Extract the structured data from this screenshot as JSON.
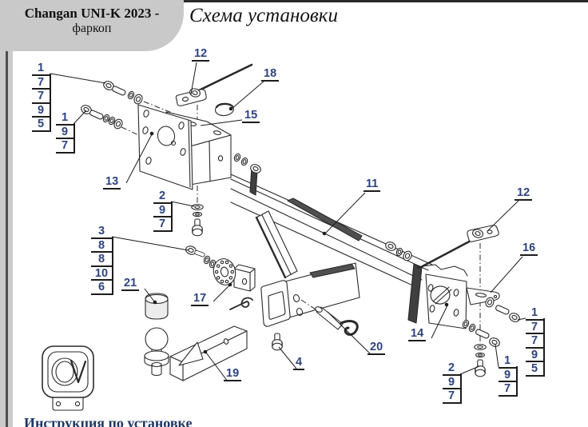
{
  "header": {
    "model_title_line1": "Changan UNI-K 2023 -",
    "model_title_line2": "фаркоп",
    "page_title": "Схема установки"
  },
  "footer": {
    "caption": "Инструкция по установке"
  },
  "diagram": {
    "callouts": {
      "part_4": "4",
      "part_11": "11",
      "part_12_left": "12",
      "part_12_right": "12",
      "part_13": "13",
      "part_14": "14",
      "part_15": "15",
      "part_16": "16",
      "part_17": "17",
      "part_18": "18",
      "part_19": "19",
      "part_20": "20",
      "part_21": "21"
    },
    "fastener_stacks": {
      "left_upper": [
        "1",
        "7",
        "7",
        "9",
        "5"
      ],
      "left_lower": [
        "1",
        "9",
        "7"
      ],
      "center_left": [
        "2",
        "9",
        "7"
      ],
      "center_lower": [
        "3",
        "8",
        "8",
        "10",
        "6"
      ],
      "right_outer": [
        "1",
        "7",
        "7",
        "9",
        "5"
      ],
      "right_middle": [
        "1",
        "9",
        "7"
      ],
      "right_lower": [
        "2",
        "9",
        "7"
      ]
    },
    "colors": {
      "callout_text": "#2d4380",
      "line": "#2a2a2a"
    }
  }
}
